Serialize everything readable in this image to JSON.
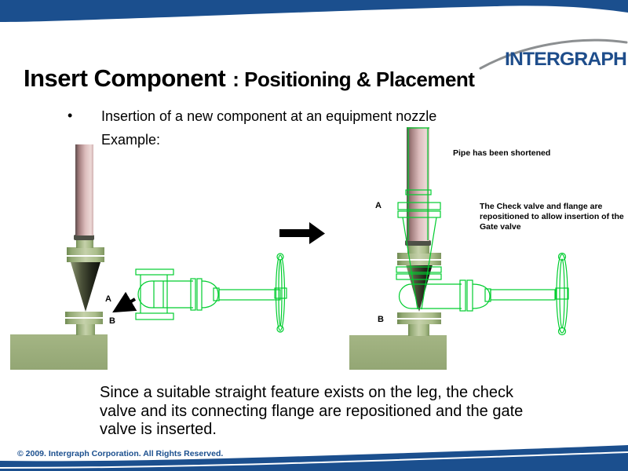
{
  "header": {
    "title_main": "Insert Component",
    "title_sub": ": Positioning & Placement",
    "logo_text": "INTERGRAPH"
  },
  "content": {
    "bullet_char": "•",
    "bullet_text": "Insertion of a new component at an equipment nozzle",
    "bullet_sub": "Example:",
    "body_lines": [
      "Since a suitable straight feature exists on the leg, the check",
      "valve and its connecting flange are repositioned and the gate",
      "valve is inserted."
    ]
  },
  "diagrams": {
    "left": {
      "label_a": "A",
      "label_b": "B"
    },
    "right": {
      "label_a": "A",
      "label_b": "B",
      "pipe_note": "Pipe has been shortened",
      "valve_note_lines": [
        "The Check valve and flange are",
        "repositioned to allow insertion of the",
        "Gate valve"
      ]
    }
  },
  "footer": {
    "text": "© 2009. Intergraph Corporation. All Rights Reserved."
  },
  "colors": {
    "band_blue": "#1b4f8e",
    "logo_blue": "#1e4d8b",
    "swoosh_gray": "#8c8f91",
    "wireframe_green": "#00cd2f",
    "pipe_pink": "#dcbcbc",
    "metal_green": "#a9bb8d",
    "base_green": "#9cb07e",
    "cone_dark": "#23271b",
    "footer_blue": "#1b4f8e"
  }
}
